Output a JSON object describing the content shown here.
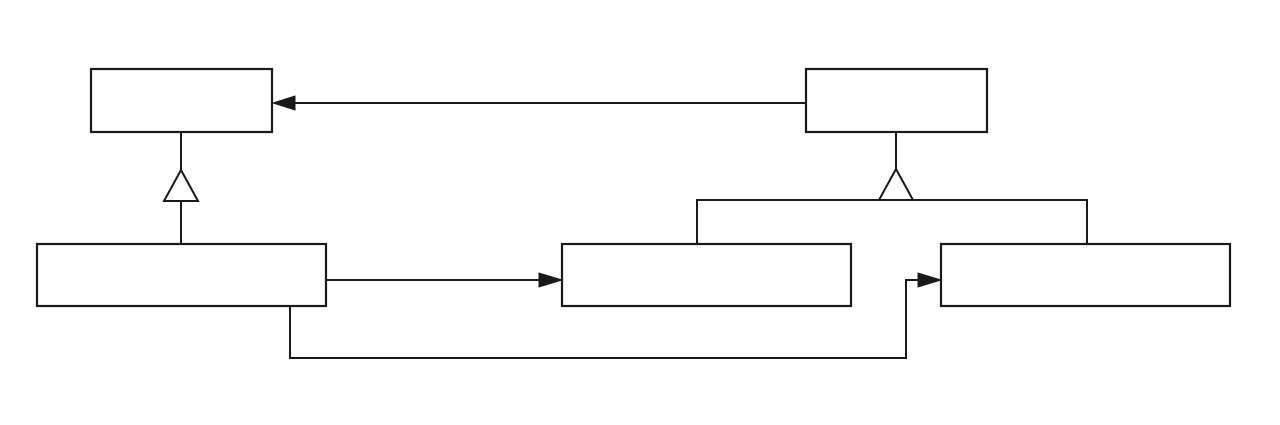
{
  "diagram": {
    "type": "uml-class-diagram",
    "boxes": [
      {
        "id": "top-left",
        "label": ""
      },
      {
        "id": "top-right",
        "label": ""
      },
      {
        "id": "bottom-left",
        "label": ""
      },
      {
        "id": "bottom-middle",
        "label": ""
      },
      {
        "id": "bottom-right",
        "label": ""
      }
    ],
    "relations": [
      {
        "from": "top-right",
        "to": "top-left",
        "kind": "association"
      },
      {
        "from": "bottom-left",
        "to": "top-left",
        "kind": "inheritance"
      },
      {
        "from": "bottom-middle",
        "to": "top-right",
        "kind": "inheritance"
      },
      {
        "from": "bottom-right",
        "to": "top-right",
        "kind": "inheritance"
      },
      {
        "from": "bottom-left",
        "to": "bottom-middle",
        "kind": "association"
      },
      {
        "from": "bottom-left",
        "to": "bottom-right",
        "kind": "association"
      }
    ],
    "colors": {
      "line": "#1a1a1a",
      "background": "#ffffff"
    }
  }
}
